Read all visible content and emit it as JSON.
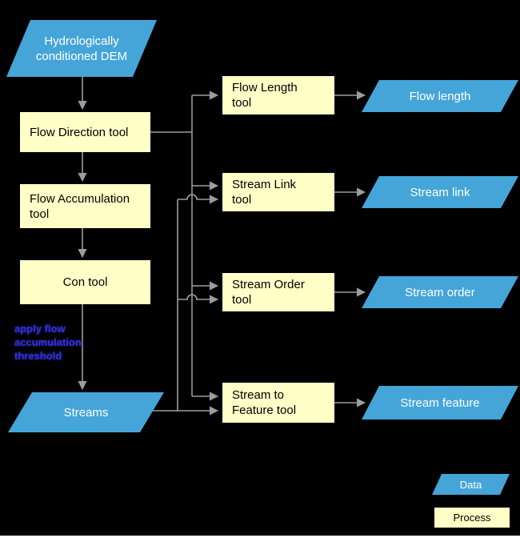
{
  "diagram": {
    "nodes": {
      "dem": {
        "label": "Hydrologically conditioned DEM",
        "type": "data"
      },
      "flow_direction": {
        "label": "Flow Direction tool",
        "type": "process"
      },
      "flow_accumulation": {
        "label": "Flow Accumulation tool",
        "type": "process"
      },
      "con": {
        "label": "Con tool",
        "type": "process"
      },
      "streams": {
        "label": "Streams",
        "type": "data"
      },
      "flow_length_tool": {
        "label": "Flow Length tool",
        "type": "process"
      },
      "stream_link_tool": {
        "label": "Stream Link tool",
        "type": "process"
      },
      "stream_order_tool": {
        "label": "Stream Order tool",
        "type": "process"
      },
      "stream_to_feature_tool": {
        "label": "Stream to Feature tool",
        "type": "process"
      },
      "flow_length_data": {
        "label": "Flow length",
        "type": "data"
      },
      "stream_link_data": {
        "label": "Stream link",
        "type": "data"
      },
      "stream_order_data": {
        "label": "Stream order",
        "type": "data"
      },
      "stream_feature_data": {
        "label": "Stream feature",
        "type": "data"
      }
    },
    "annotation": {
      "text": "apply flow accumulation threshold"
    },
    "legend": {
      "data_label": "Data",
      "process_label": "Process"
    },
    "colors": {
      "background": "#000000",
      "data_fill": "#45A5D9",
      "process_fill": "#FFFFC8",
      "connector": "#9C9C9C",
      "annotation_text": "#3232D8"
    }
  }
}
